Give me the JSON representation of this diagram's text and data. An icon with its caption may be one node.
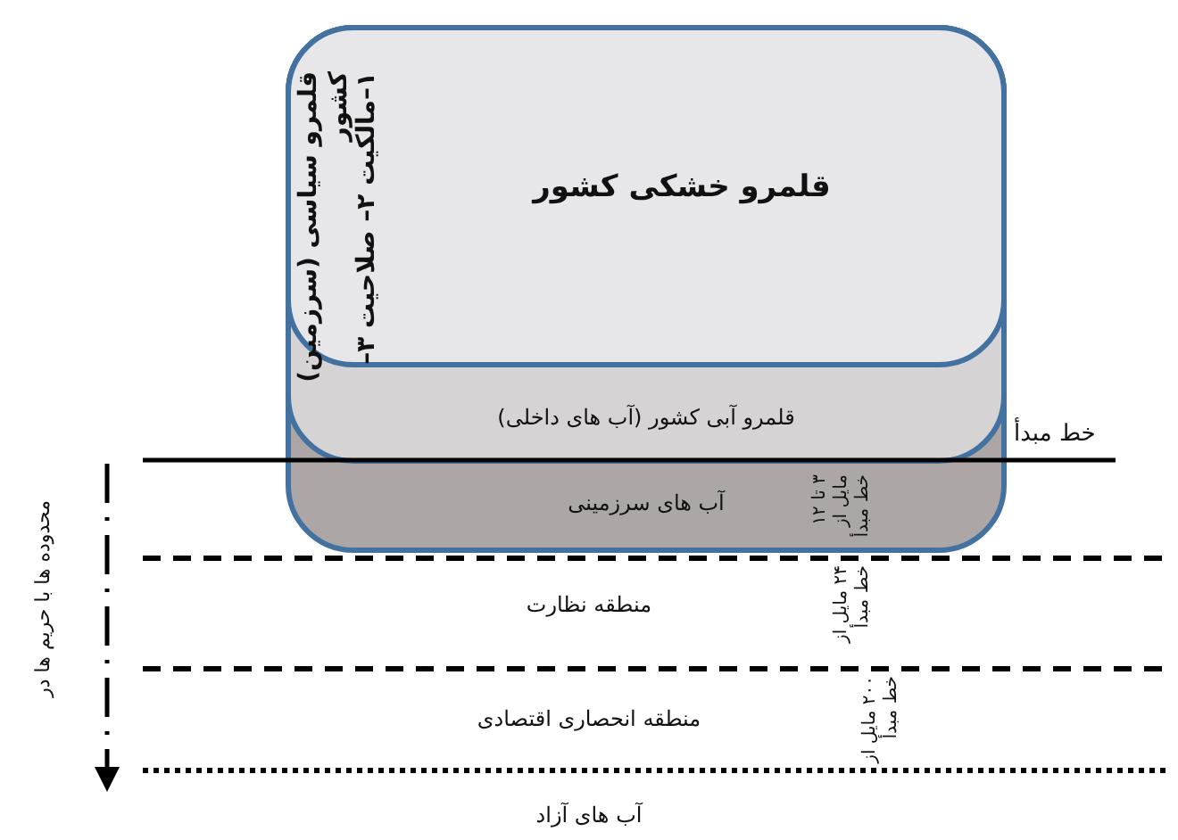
{
  "diagram": {
    "nodes": [
      {
        "text": [
          "آب های سرزمینی"
        ]
      },
      {
        "text": [
          "قلمرو آبی کشور  (آب های داخلی)"
        ],
        "in": 0
      },
      {
        "text": [
          "قلمرو خشکی کشور"
        ],
        "in": 1
      }
    ],
    "labels": [
      "قلمرو سیاسی (سرزمین) کشور",
      "۱–مالکیت ۲– صلاحیت ۳–",
      "خط مبدأ",
      "۳ تا ۱۲ مایل از خط مبدأ",
      "منطقه نظارت",
      "۲۴ مایل از خط مبدأ",
      "منطقه انحصاری اقتصادی",
      "۲۰۰ مایل از خط مبدأ",
      "آب های آزاد",
      "محدوده ها با حریم ها در"
    ]
  }
}
